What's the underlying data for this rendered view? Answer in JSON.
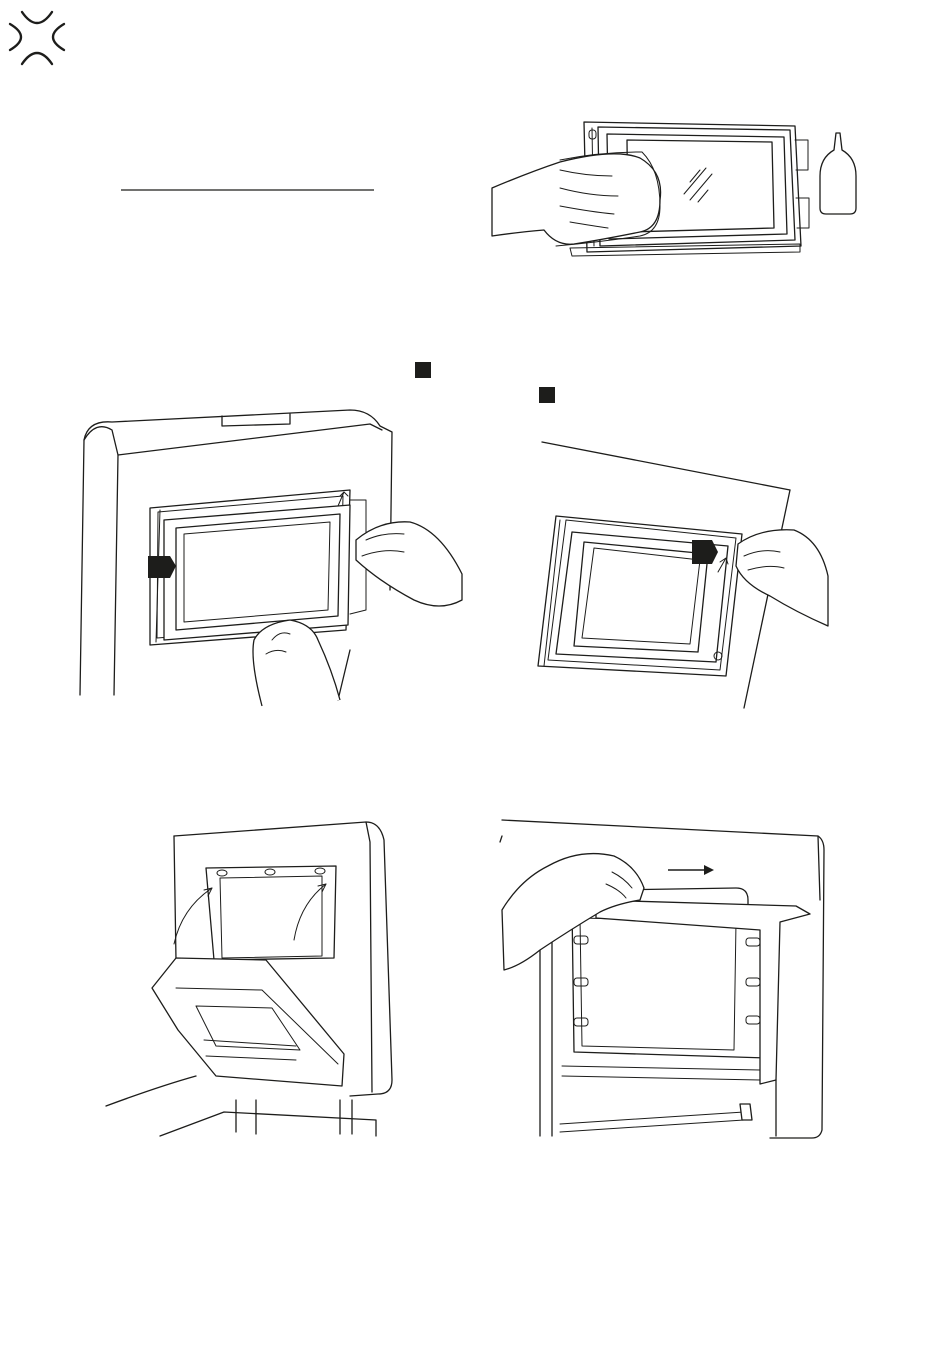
{
  "brand": {
    "logo_icon": "x-mark-logo-icon"
  },
  "colors": {
    "ink": "#1d1d1b",
    "paper": "#ffffff"
  },
  "steps": [
    {
      "id": "clean-glass",
      "icons": [
        "hand-icon",
        "cloth-icon",
        "glass-frame-icon",
        "cleaner-bottle-icon"
      ]
    },
    {
      "id": "remove-frame",
      "icons": [
        "cabinet-icon",
        "frame-icon",
        "hand-icon",
        "step-marker-icon",
        "arrow-icon"
      ]
    },
    {
      "id": "release-latch",
      "icons": [
        "frame-icon",
        "hand-icon",
        "step-marker-icon",
        "arrow-icon"
      ]
    },
    {
      "id": "lift-panel",
      "icons": [
        "cabinet-icon",
        "bracket-icon",
        "panel-icon",
        "curved-arrow-icon"
      ]
    },
    {
      "id": "slide-bracket",
      "icons": [
        "cabinet-icon",
        "hand-icon",
        "rails-icon",
        "arrow-icon"
      ]
    }
  ]
}
